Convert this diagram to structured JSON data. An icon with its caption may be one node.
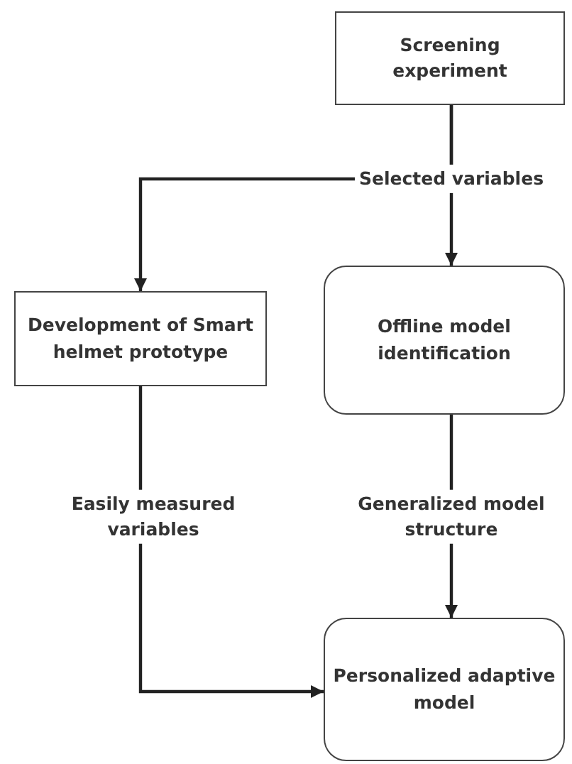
{
  "diagram": {
    "nodes": [
      {
        "text": [
          "Screening experiment"
        ]
      },
      {
        "text": [
          "Development of Smart helmet prototype"
        ]
      },
      {
        "text": [
          "Offline model identification"
        ]
      },
      {
        "text": [
          "Personalized adaptive model"
        ]
      }
    ],
    "edges": [
      {
        "from": 0,
        "to": 1,
        "arrow": "to"
      },
      {
        "from": 0,
        "to": 2,
        "arrow": "to",
        "label": "Selected variables"
      },
      {
        "from": 1,
        "to": 3,
        "arrow": "to",
        "label": "Easily measured variables"
      },
      {
        "from": 2,
        "to": 3,
        "arrow": "to",
        "label": "Generalized model structure"
      }
    ]
  }
}
